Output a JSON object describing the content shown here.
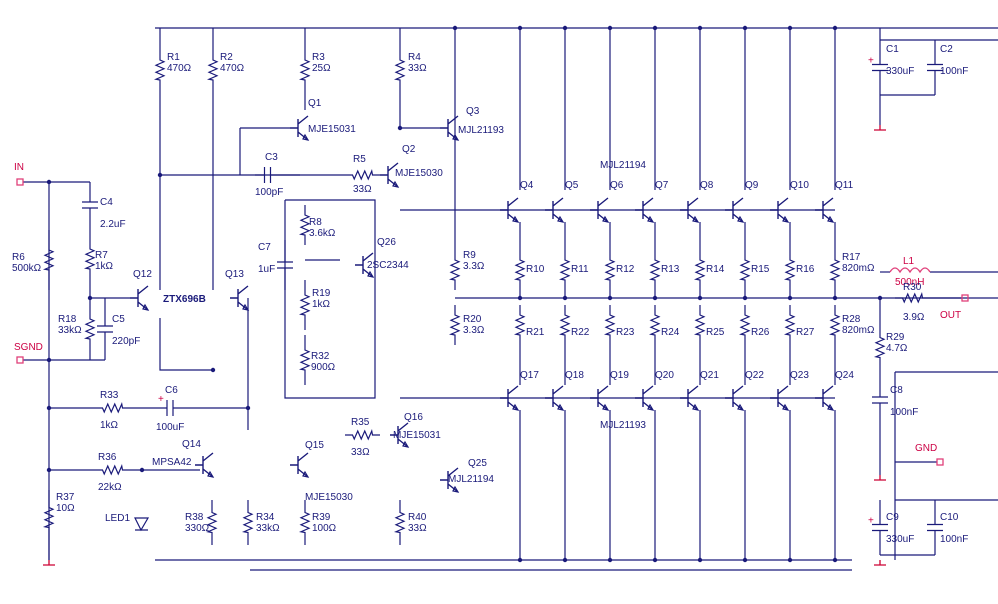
{
  "ports": {
    "in": "IN",
    "sgnd": "SGND",
    "out": "OUT",
    "gnd": "GND"
  },
  "components": {
    "R1": [
      "R1",
      "470Ω"
    ],
    "R2": [
      "R2",
      "470Ω"
    ],
    "R3": [
      "R3",
      "25Ω"
    ],
    "R4": [
      "R4",
      "33Ω"
    ],
    "R5": [
      "R5",
      "33Ω"
    ],
    "R6": [
      "R6",
      "500kΩ"
    ],
    "R7": [
      "R7",
      "1kΩ"
    ],
    "R8": [
      "R8",
      "3.6kΩ"
    ],
    "R9": [
      "R9",
      "3.3Ω"
    ],
    "R17": [
      "R17",
      "820mΩ"
    ],
    "R18": [
      "R18",
      "33kΩ"
    ],
    "R19": [
      "R19",
      "1kΩ"
    ],
    "R20": [
      "R20",
      "3.3Ω"
    ],
    "R28": [
      "R28",
      "820mΩ"
    ],
    "R29": [
      "R29",
      "4.7Ω"
    ],
    "R30": [
      "R30",
      "3.9Ω"
    ],
    "R32": [
      "R32",
      "900Ω"
    ],
    "R33": [
      "R33",
      "1kΩ"
    ],
    "R34": [
      "R34",
      "33kΩ"
    ],
    "R35": [
      "R35",
      "33Ω"
    ],
    "R36": [
      "R36",
      "22kΩ"
    ],
    "R37": [
      "R37",
      "10Ω"
    ],
    "R38": [
      "R38",
      "330Ω"
    ],
    "R39": [
      "R39",
      "100Ω"
    ],
    "R40": [
      "R40",
      "33Ω"
    ],
    "C1": [
      "C1",
      "330uF"
    ],
    "C2": [
      "C2",
      "100nF"
    ],
    "C3": [
      "C3",
      "100pF"
    ],
    "C4": [
      "C4",
      "2.2uF"
    ],
    "C5": [
      "C5",
      "220pF"
    ],
    "C6": [
      "C6",
      "100uF"
    ],
    "C7": [
      "C7",
      "1uF"
    ],
    "C8": [
      "C8",
      "100nF"
    ],
    "C9": [
      "C9",
      "330uF"
    ],
    "C10": [
      "C10",
      "100nF"
    ],
    "L1": [
      "L1",
      "500nH"
    ],
    "LED1": [
      "LED1"
    ],
    "Q1": [
      "Q1",
      "MJE15031"
    ],
    "Q2": [
      "Q2",
      "MJE15030"
    ],
    "Q3": [
      "Q3",
      "MJL21193"
    ],
    "Q12": [
      "Q12",
      "ZTX696B"
    ],
    "Q13": [
      "Q13"
    ],
    "Q14": [
      "Q14",
      "MPSA42"
    ],
    "Q15": [
      "Q15",
      "MJE15030"
    ],
    "Q16": [
      "Q16",
      "MJE15031"
    ],
    "Q25": [
      "Q25",
      "MJL21194"
    ],
    "Q26": [
      "Q26",
      "2SC2344"
    ]
  },
  "top_bank": {
    "part": "MJL21194",
    "transistors": [
      "Q4",
      "Q5",
      "Q6",
      "Q7",
      "Q8",
      "Q9",
      "Q10",
      "Q11"
    ],
    "resistors": [
      "R10",
      "R11",
      "R12",
      "R13",
      "R14",
      "R15",
      "R16"
    ]
  },
  "bottom_bank": {
    "part": "MJL21193",
    "transistors": [
      "Q17",
      "Q18",
      "Q19",
      "Q20",
      "Q21",
      "Q22",
      "Q23",
      "Q24"
    ],
    "resistors": [
      "R21",
      "R22",
      "R23",
      "R24",
      "R25",
      "R26",
      "R27"
    ]
  }
}
